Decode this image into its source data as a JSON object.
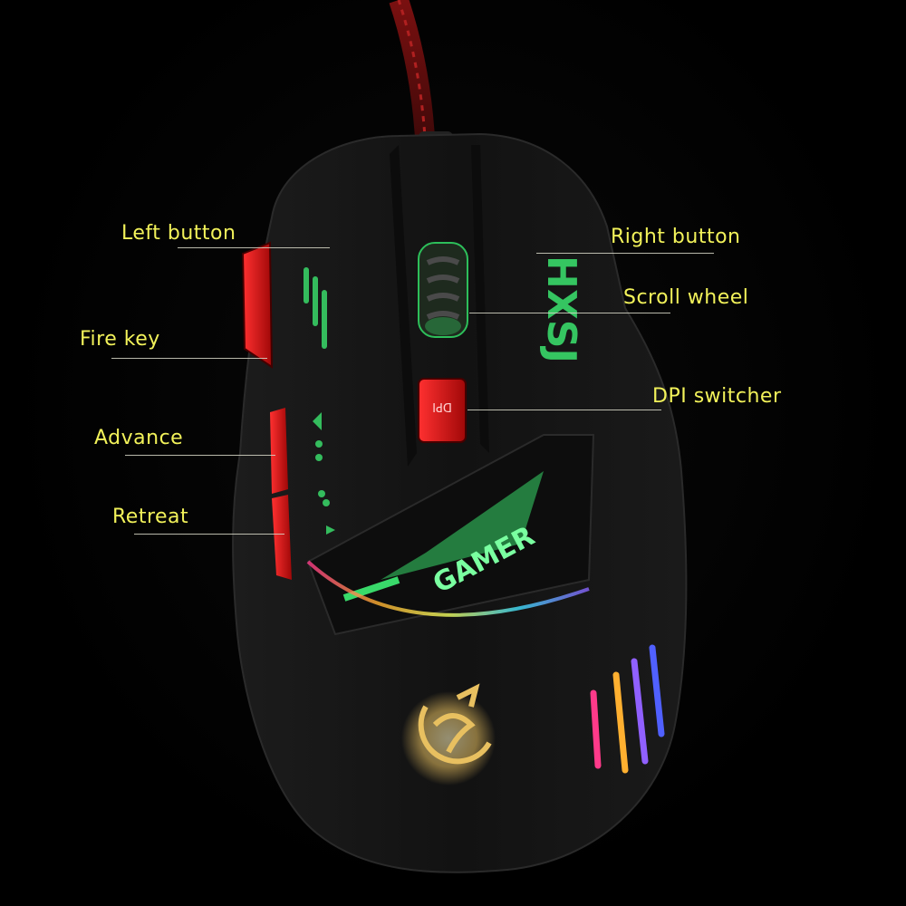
{
  "labels": {
    "left_button": "Left button",
    "fire_key": "Fire key",
    "advance": "Advance",
    "retreat": "Retreat",
    "right_button": "Right button",
    "scroll_wheel": "Scroll wheel",
    "dpi_switcher": "DPI switcher"
  },
  "mouse": {
    "brand_text": "HXSJ",
    "dpi_text": "DPI",
    "gamer_text": "GAMER"
  },
  "colors": {
    "label": "#f2f25a",
    "body": "#141414",
    "accent_red": "#e01818",
    "glow_green": "#39d96a",
    "logo_gold": "#e8c060"
  }
}
